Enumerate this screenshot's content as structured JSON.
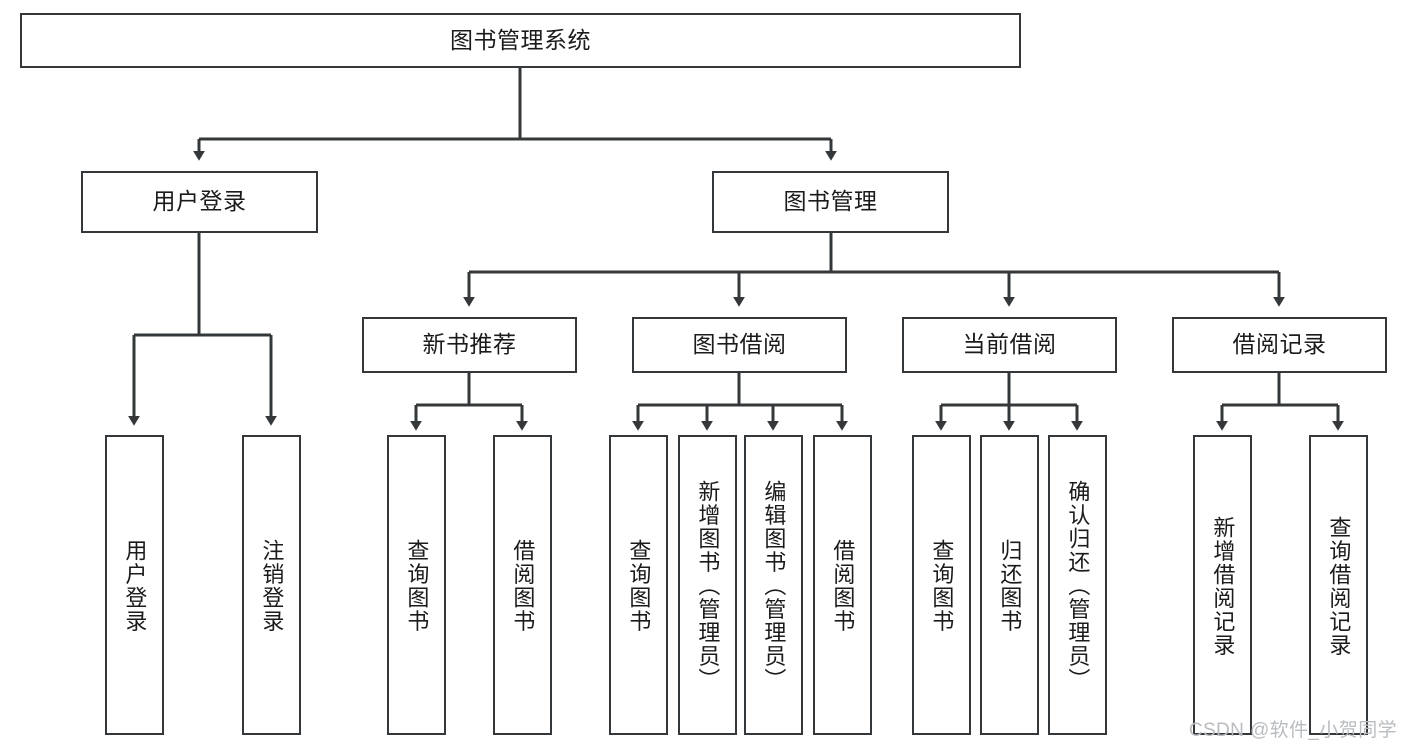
{
  "diagram": {
    "type": "tree-hierarchy",
    "title": "图书管理系统",
    "root": {
      "id": "root",
      "label": "图书管理系统"
    },
    "level2": [
      {
        "id": "user-login",
        "label": "用户登录"
      },
      {
        "id": "book-manage",
        "label": "图书管理"
      }
    ],
    "level3": [
      {
        "id": "new-book-recommend",
        "label": "新书推荐",
        "parent": "book-manage"
      },
      {
        "id": "book-borrow",
        "label": "图书借阅",
        "parent": "book-manage"
      },
      {
        "id": "current-borrow",
        "label": "当前借阅",
        "parent": "book-manage"
      },
      {
        "id": "borrow-record",
        "label": "借阅记录",
        "parent": "book-manage"
      }
    ],
    "leaves": [
      {
        "id": "leaf-user-login",
        "label": "用户登录",
        "parent": "user-login"
      },
      {
        "id": "leaf-logout-login",
        "label": "注销登录",
        "parent": "user-login"
      },
      {
        "id": "leaf-query-book-1",
        "label": "查询图书",
        "parent": "new-book-recommend"
      },
      {
        "id": "leaf-borrow-book-1",
        "label": "借阅图书",
        "parent": "new-book-recommend"
      },
      {
        "id": "leaf-query-book-2",
        "label": "查询图书",
        "parent": "book-borrow"
      },
      {
        "id": "leaf-add-book",
        "label": "新增图书（管理员）",
        "parent": "book-borrow"
      },
      {
        "id": "leaf-edit-book",
        "label": "编辑图书（管理员）",
        "parent": "book-borrow"
      },
      {
        "id": "leaf-borrow-book-2",
        "label": "借阅图书",
        "parent": "book-borrow"
      },
      {
        "id": "leaf-query-book-3",
        "label": "查询图书",
        "parent": "current-borrow"
      },
      {
        "id": "leaf-return-book",
        "label": "归还图书",
        "parent": "current-borrow"
      },
      {
        "id": "leaf-confirm-return",
        "label": "确认归还（管理员）",
        "parent": "current-borrow"
      },
      {
        "id": "leaf-add-record",
        "label": "新增借阅记录",
        "parent": "borrow-record"
      },
      {
        "id": "leaf-query-record",
        "label": "查询借阅记录",
        "parent": "borrow-record"
      }
    ],
    "colors": {
      "stroke": "#35383a",
      "fill": "#ffffff",
      "text": "#1b1b1b",
      "watermark": "#b9bcc0"
    }
  },
  "watermark": {
    "text": "CSDN @软件_小贺同学"
  }
}
